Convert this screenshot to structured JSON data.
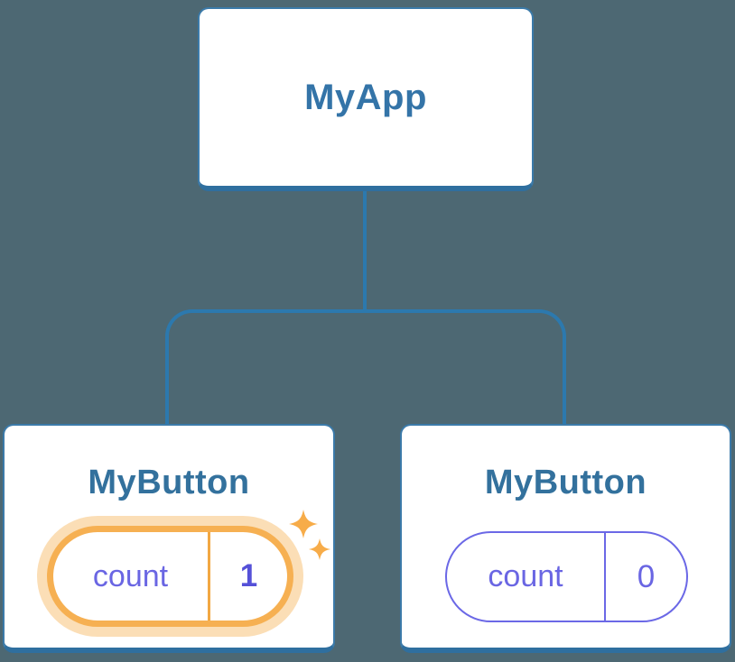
{
  "diagram": {
    "type": "component-tree",
    "background_color": "#4d6873",
    "connector_color": "#2c79ae"
  },
  "root": {
    "title": "MyApp"
  },
  "left_child": {
    "title": "MyButton",
    "state_label": "count",
    "state_value": "1",
    "highlighted": true
  },
  "right_child": {
    "title": "MyButton",
    "state_label": "count",
    "state_value": "0",
    "highlighted": false
  },
  "colors": {
    "card_background": "#ffffff",
    "card_border": "#3b7aa9",
    "card_border_bottom": "#2f6f9f",
    "title_blue": "#3474a8",
    "state_indigo": "#6a66e3",
    "state_value_bold_indigo": "#5551d8",
    "highlight_amber": "#f6b052",
    "highlight_glow": "rgba(246,176,82,0.42)",
    "sparkle_amber": "#f7ac49"
  }
}
